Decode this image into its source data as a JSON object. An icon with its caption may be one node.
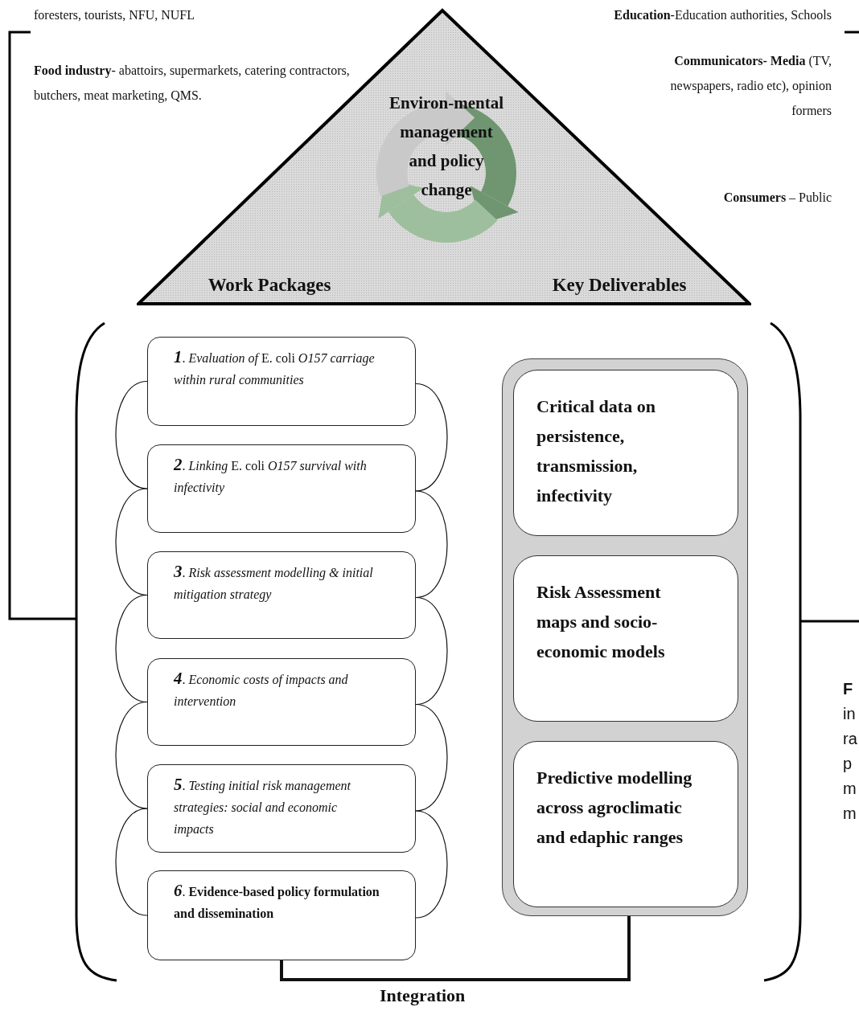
{
  "diagram": {
    "nodes": [
      {
        "text": [
          "Environ-mental management and policy change",
          "Work Packages",
          "Key Deliverables"
        ]
      },
      {
        "text": [
          "**1**. *Evaluation of* E. coli *O157 carriage within rural communities*"
        ]
      },
      {
        "text": [
          "**2**. *Linking* E. coli *O157 survival with infectivity*"
        ]
      },
      {
        "text": [
          "**3**. *Risk assessment modelling & initial mitigation strategy*"
        ]
      },
      {
        "text": [
          "**4**. *Economic costs of impacts and intervention*"
        ]
      },
      {
        "text": [
          "**5**. *Testing initial risk management strategies: social and economic impacts*"
        ]
      },
      {
        "text": [
          "*6*. **Evidence-based policy formulation and dissemination**"
        ]
      },
      {
        "text": [],
        "shape": "box"
      },
      {
        "text": [
          "Critical data on persistence, transmission, infectivity"
        ],
        "in": 7
      },
      {
        "text": [
          "Risk Assessment maps and socio-economic models"
        ],
        "in": 7
      },
      {
        "text": [
          "Predictive modelling across agroclimatic and edaphic ranges"
        ],
        "in": 7
      }
    ],
    "edges": [
      {
        "from": 1,
        "to": 2,
        "arrow": "none"
      },
      {
        "from": 2,
        "to": 3,
        "arrow": "none"
      },
      {
        "from": 3,
        "to": 4,
        "arrow": "none"
      },
      {
        "from": 4,
        "to": 5,
        "arrow": "none"
      },
      {
        "from": 5,
        "to": 6,
        "arrow": "none"
      },
      {
        "from": 1,
        "to": 2,
        "arrow": "none"
      },
      {
        "from": 2,
        "to": 3,
        "arrow": "none"
      },
      {
        "from": 3,
        "to": 4,
        "arrow": "none"
      },
      {
        "from": 4,
        "to": 5,
        "arrow": "none"
      },
      {
        "from": 5,
        "to": 6,
        "arrow": "none"
      },
      {
        "from": 6,
        "to": 7,
        "arrow": "none",
        "label": "Integration",
        "style": "thick"
      }
    ],
    "labels": [
      "foresters, tourists, NFU, NUFL",
      "**Food industry**- abattoirs, supermarkets, catering contractors, butchers, meat marketing, QMS.",
      "**Education**-Education authorities, Schools",
      "**Communicators- Media** (TV, newspapers, radio etc), opinion formers",
      "**Consumers** – Public",
      "F",
      "in",
      "ra",
      "p",
      "m",
      "m"
    ]
  }
}
